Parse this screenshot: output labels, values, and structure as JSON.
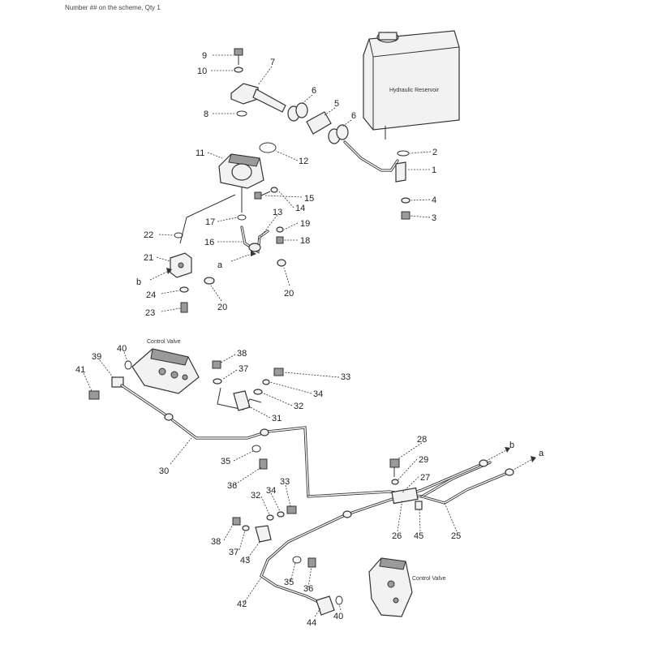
{
  "caption": "Number ## on the scheme, Qty 1",
  "labels": {
    "reservoir": "Hydraulic Reservoir",
    "control_valve_left": "Control Valve",
    "control_valve_right": "Control Valve"
  },
  "callouts": [
    {
      "id": "c9",
      "text": "9"
    },
    {
      "id": "c10",
      "text": "10"
    },
    {
      "id": "c7",
      "text": "7"
    },
    {
      "id": "c6a",
      "text": "6"
    },
    {
      "id": "c5",
      "text": "5"
    },
    {
      "id": "c6b",
      "text": "6"
    },
    {
      "id": "c8",
      "text": "8"
    },
    {
      "id": "c11",
      "text": "11"
    },
    {
      "id": "c12",
      "text": "12"
    },
    {
      "id": "c2",
      "text": "2"
    },
    {
      "id": "c1",
      "text": "1"
    },
    {
      "id": "c15",
      "text": "15"
    },
    {
      "id": "c14",
      "text": "14"
    },
    {
      "id": "c13",
      "text": "13"
    },
    {
      "id": "c4",
      "text": "4"
    },
    {
      "id": "c3",
      "text": "3"
    },
    {
      "id": "c17",
      "text": "17"
    },
    {
      "id": "c19",
      "text": "19"
    },
    {
      "id": "c22",
      "text": "22"
    },
    {
      "id": "c16",
      "text": "16"
    },
    {
      "id": "c18",
      "text": "18"
    },
    {
      "id": "c21",
      "text": "21"
    },
    {
      "id": "ca1",
      "text": "a"
    },
    {
      "id": "cb1",
      "text": "b"
    },
    {
      "id": "c24",
      "text": "24"
    },
    {
      "id": "c20a",
      "text": "20"
    },
    {
      "id": "c20b",
      "text": "20"
    },
    {
      "id": "c23",
      "text": "23"
    },
    {
      "id": "c40a",
      "text": "40"
    },
    {
      "id": "c39",
      "text": "39"
    },
    {
      "id": "c38a",
      "text": "38"
    },
    {
      "id": "c41",
      "text": "41"
    },
    {
      "id": "c37a",
      "text": "37"
    },
    {
      "id": "c33a",
      "text": "33"
    },
    {
      "id": "c34a",
      "text": "34"
    },
    {
      "id": "c32a",
      "text": "32"
    },
    {
      "id": "c31",
      "text": "31"
    },
    {
      "id": "c28",
      "text": "28"
    },
    {
      "id": "cb2",
      "text": "b"
    },
    {
      "id": "ca2",
      "text": "a"
    },
    {
      "id": "c30",
      "text": "30"
    },
    {
      "id": "c35a",
      "text": "35"
    },
    {
      "id": "c29",
      "text": "29"
    },
    {
      "id": "c27",
      "text": "27"
    },
    {
      "id": "c36a",
      "text": "36"
    },
    {
      "id": "c33b",
      "text": "33"
    },
    {
      "id": "c32b",
      "text": "32"
    },
    {
      "id": "c34b",
      "text": "34"
    },
    {
      "id": "c38b",
      "text": "38"
    },
    {
      "id": "c26",
      "text": "26"
    },
    {
      "id": "c45",
      "text": "45"
    },
    {
      "id": "c25",
      "text": "25"
    },
    {
      "id": "c37b",
      "text": "37"
    },
    {
      "id": "c43",
      "text": "43"
    },
    {
      "id": "c35b",
      "text": "35"
    },
    {
      "id": "c36b",
      "text": "36"
    },
    {
      "id": "c42",
      "text": "42"
    },
    {
      "id": "c44",
      "text": "44"
    },
    {
      "id": "c40b",
      "text": "40"
    }
  ]
}
